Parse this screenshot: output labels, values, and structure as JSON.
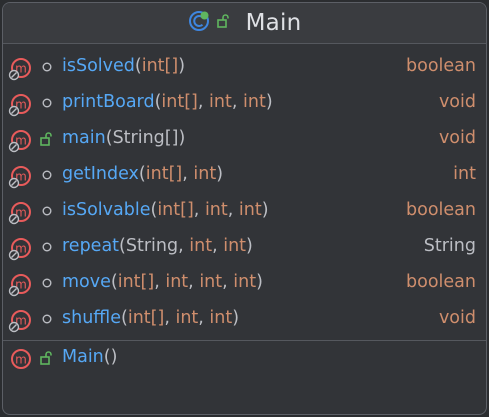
{
  "header": {
    "title": "Main"
  },
  "methods": [
    {
      "name": "isSolved",
      "open": "(",
      "params": [
        {
          "t": "int[]",
          "kw": true
        }
      ],
      "close": ")",
      "ret": "boolean",
      "ret_kw": true,
      "vis": "package"
    },
    {
      "name": "printBoard",
      "open": "(",
      "params": [
        {
          "t": "int[]",
          "kw": true
        },
        {
          "t": "int",
          "kw": true
        },
        {
          "t": "int",
          "kw": true
        }
      ],
      "close": ")",
      "ret": "void",
      "ret_kw": true,
      "vis": "package"
    },
    {
      "name": "main",
      "open": "(",
      "params": [
        {
          "t": "String[]",
          "kw": false
        }
      ],
      "close": ")",
      "ret": "void",
      "ret_kw": true,
      "vis": "public"
    },
    {
      "name": "getIndex",
      "open": "(",
      "params": [
        {
          "t": "int[]",
          "kw": true
        },
        {
          "t": "int",
          "kw": true
        }
      ],
      "close": ")",
      "ret": "int",
      "ret_kw": true,
      "vis": "package"
    },
    {
      "name": "isSolvable",
      "open": "(",
      "params": [
        {
          "t": "int[]",
          "kw": true
        },
        {
          "t": "int",
          "kw": true
        },
        {
          "t": "int",
          "kw": true
        }
      ],
      "close": ")",
      "ret": "boolean",
      "ret_kw": true,
      "vis": "package"
    },
    {
      "name": "repeat",
      "open": "(",
      "params": [
        {
          "t": "String",
          "kw": false
        },
        {
          "t": "int",
          "kw": true
        },
        {
          "t": "int",
          "kw": true
        }
      ],
      "close": ")",
      "ret": "String",
      "ret_kw": false,
      "vis": "package"
    },
    {
      "name": "move",
      "open": "(",
      "params": [
        {
          "t": "int[]",
          "kw": true
        },
        {
          "t": "int",
          "kw": true
        },
        {
          "t": "int",
          "kw": true
        },
        {
          "t": "int",
          "kw": true
        }
      ],
      "close": ")",
      "ret": "boolean",
      "ret_kw": true,
      "vis": "package"
    },
    {
      "name": "shuffle",
      "open": "(",
      "params": [
        {
          "t": "int[]",
          "kw": true
        },
        {
          "t": "int",
          "kw": true
        },
        {
          "t": "int",
          "kw": true
        }
      ],
      "close": ")",
      "ret": "void",
      "ret_kw": true,
      "vis": "package"
    }
  ],
  "constructor": {
    "name": "Main",
    "open": "(",
    "close": ")",
    "vis": "public"
  },
  "colors": {
    "method_name": "#56a8f5",
    "keyword": "#cf8e6d",
    "default_text": "#bcbec4",
    "method_icon": "#e85b5b",
    "public_icon": "#5fb65f",
    "class_icon": "#3e86e0"
  },
  "icons": {
    "class": "class-icon",
    "method": "method-icon",
    "method_abstract_marker": "abstract-pin-icon",
    "public": "public-lock-icon",
    "package": "package-private-icon"
  }
}
